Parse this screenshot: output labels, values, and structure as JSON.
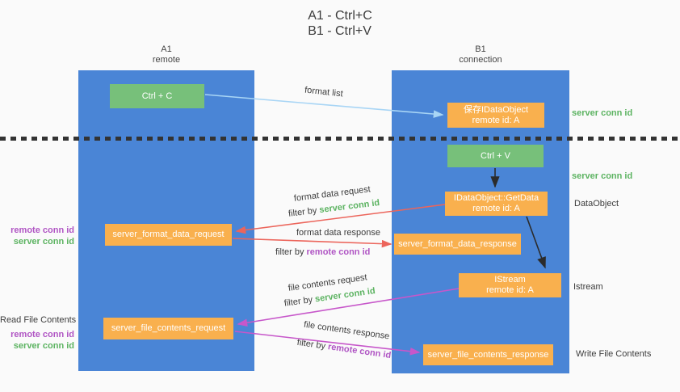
{
  "title": {
    "line1": "A1 - Ctrl+C",
    "line2": "B1 - Ctrl+V"
  },
  "lanes": {
    "a1": {
      "title": "A1",
      "subtitle": "remote"
    },
    "b1": {
      "title": "B1",
      "subtitle": "connection"
    }
  },
  "nodes": {
    "ctrl_c": {
      "label": "Ctrl + C"
    },
    "save_dataobject": {
      "line1": "保存IDataObject",
      "line2": "remote id: A"
    },
    "ctrl_v": {
      "label": "Ctrl + V"
    },
    "getdata": {
      "line1": "IDataObject::GetData",
      "line2": "remote id: A"
    },
    "format_request": {
      "label": "server_format_data_request"
    },
    "format_response": {
      "label": "server_format_data_response"
    },
    "istream": {
      "line1": "IStream",
      "line2": "remote id: A"
    },
    "file_request": {
      "label": "server_file_contents_request"
    },
    "file_response": {
      "label": "server_file_contents_response"
    }
  },
  "annotations": {
    "server_conn_top": "server conn id",
    "server_conn_mid": "server conn id",
    "dataobject": "DataObject",
    "istream": "Istream",
    "write_file_contents": "Write File Contents",
    "read_file_contents": "Read File Contents",
    "remote_conn_left1": "remote conn id",
    "server_conn_left1": "server conn id",
    "remote_conn_left2": "remote conn id",
    "server_conn_left2": "server conn id"
  },
  "arrows": {
    "format_list": {
      "label": "format list"
    },
    "format_data_request": {
      "label": "format data request",
      "filter_prefix": "filter by ",
      "filter_key": "server conn id"
    },
    "format_data_response": {
      "label": "format data response",
      "filter_prefix": "filter by ",
      "filter_key": "remote conn id"
    },
    "file_contents_request": {
      "label": "file contents request",
      "filter_prefix": "filter by ",
      "filter_key": "server conn id"
    },
    "file_contents_response": {
      "label": "file contents response",
      "filter_prefix": "filter by ",
      "filter_key": "remote conn id"
    }
  },
  "colors": {
    "lane_blue": "#4a85d6",
    "node_green": "#77c07a",
    "node_orange": "#f9b04e",
    "arrow_light_blue": "#a8d5f5",
    "arrow_red": "#ec655b",
    "arrow_magenta": "#c757ca",
    "arrow_black": "#2b2b2b",
    "text_green": "#5cb361",
    "text_purple": "#b055c4",
    "text_dark": "#3c3c3c",
    "separator": "#333333"
  }
}
